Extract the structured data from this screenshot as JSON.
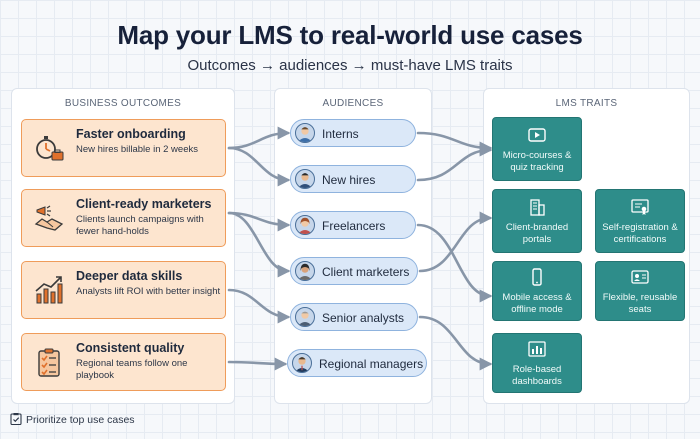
{
  "title": "Map your LMS to real-world use cases",
  "subtitle": "Outcomes → audiences → must-have LMS traits",
  "columns": {
    "outcomes": "BUSINESS OUTCOMES",
    "audiences": "AUDIENCES",
    "traits": "LMS TRAITS"
  },
  "outcomes": [
    {
      "title": "Faster onboarding",
      "desc": "New hires billable in 2 weeks",
      "icon": "stopwatch-briefcase-icon"
    },
    {
      "title": "Client-ready marketers",
      "desc": "Clients launch campaigns with fewer hand-holds",
      "icon": "megaphone-handshake-icon"
    },
    {
      "title": "Deeper data skills",
      "desc": "Analysts lift ROI with better insight",
      "icon": "bar-chart-arrow-icon"
    },
    {
      "title": "Consistent quality",
      "desc": "Regional teams follow one playbook",
      "icon": "checklist-clipboard-icon"
    }
  ],
  "audiences": [
    {
      "label": "Interns",
      "icon": "intern-avatar-icon"
    },
    {
      "label": "New hires",
      "icon": "new-hire-avatar-icon"
    },
    {
      "label": "Freelancers",
      "icon": "freelancer-avatar-icon"
    },
    {
      "label": "Client marketers",
      "icon": "client-marketer-avatar-icon"
    },
    {
      "label": "Senior analysts",
      "icon": "senior-analyst-avatar-icon"
    },
    {
      "label": "Regional managers",
      "icon": "regional-manager-avatar-icon"
    }
  ],
  "traits": [
    {
      "label": "Micro-courses & quiz tracking",
      "icon": "play-video-icon"
    },
    {
      "label": "Client-branded portals",
      "icon": "building-icon"
    },
    {
      "label": "Self-registration & certifications",
      "icon": "certificate-icon"
    },
    {
      "label": "Mobile access & offline mode",
      "icon": "smartphone-icon"
    },
    {
      "label": "Flexible, reusable seats",
      "icon": "id-card-icon"
    },
    {
      "label": "Role-based dashboards",
      "icon": "dashboard-icon"
    }
  ],
  "footer": "Prioritize top use cases",
  "colors": {
    "outcome_fill": "#fde5cf",
    "outcome_border": "#ef9c5a",
    "audience_fill": "#dbe8f8",
    "audience_border": "#8fb3de",
    "trait_fill": "#2e8d8a",
    "connector": "#8896a8"
  }
}
